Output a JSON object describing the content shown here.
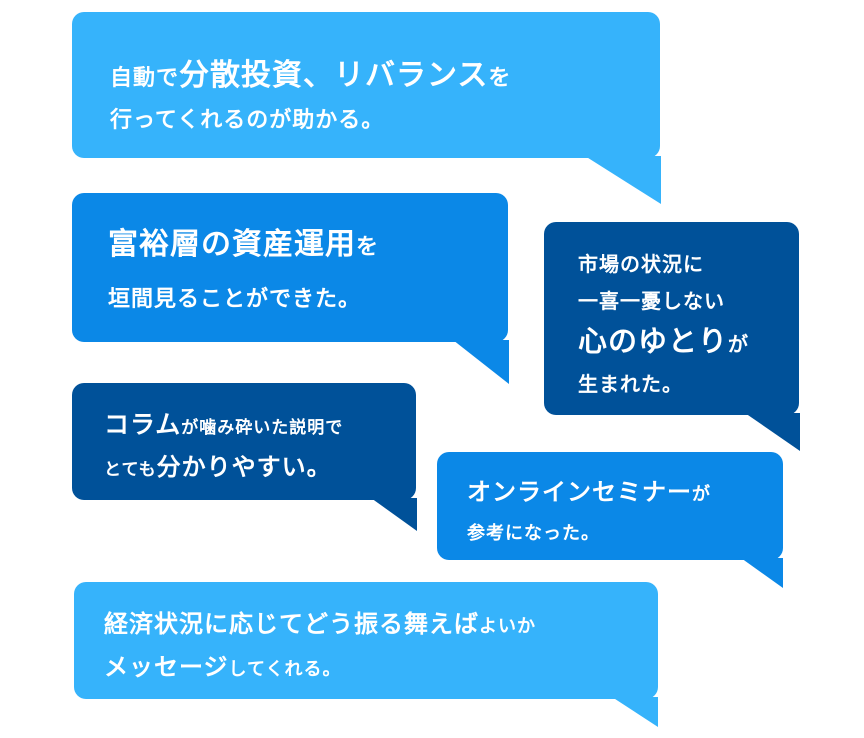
{
  "colors": {
    "light_blue": "#36b3fb",
    "mid_blue": "#0b88e7",
    "dark_blue": "#005199",
    "text": "#ffffff"
  },
  "bubbles": [
    {
      "lines": [
        [
          "自動で",
          "分散投資、リバランス",
          "を"
        ],
        [
          "行ってくれるのが助かる。"
        ]
      ]
    },
    {
      "lines": [
        [
          "富裕層の資産運用",
          "を"
        ],
        [
          "垣間見ることができた。"
        ]
      ]
    },
    {
      "lines": [
        [
          "市場の状況に"
        ],
        [
          "一喜一憂しない"
        ],
        [
          "心のゆとり",
          "が"
        ],
        [
          "生まれた。"
        ]
      ]
    },
    {
      "lines": [
        [
          "コラム",
          "が噛み砕いた説明で"
        ],
        [
          "とても",
          "分かりやすい。"
        ]
      ]
    },
    {
      "lines": [
        [
          "オンラインセミナー",
          "が"
        ],
        [
          "参考になった。"
        ]
      ]
    },
    {
      "lines": [
        [
          "経済状況に応じてどう振る舞えば",
          "よいか"
        ],
        [
          "メッセージ",
          "してくれる。"
        ]
      ]
    }
  ]
}
